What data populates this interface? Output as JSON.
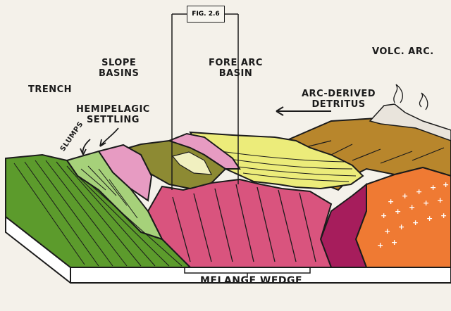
{
  "figure_ref": "FIG. 2.6",
  "labels": {
    "trench": "TRENCH",
    "slope_basins": [
      "SLOPE",
      "BASINS"
    ],
    "fore_arc_basin": [
      "FORE ARC",
      "BASIN"
    ],
    "volc_arc": "VOLC. ARC.",
    "arc_derived_detritus": [
      "ARC-DERIVED",
      "DETRITUS"
    ],
    "hemipelagic_settling": [
      "HEMIPELAGIC",
      "SETTLING"
    ],
    "slumps": "SLUMPS",
    "melange_wedge": "MELANGE WEDGE"
  },
  "colors": {
    "background": "#f4f1ea",
    "oceanic_plate": "#5c9b2c",
    "trench_slope": "#a6d17a",
    "melange": "#d9547e",
    "pink_slope": "#e79bc2",
    "olive_basin": "#8d8a33",
    "fore_arc_fill": "#ecec7a",
    "arc_brown": "#b8862c",
    "arc_orange": "#ef7a33",
    "magenta": "#a61d5c",
    "ink": "#1b1b1b"
  }
}
